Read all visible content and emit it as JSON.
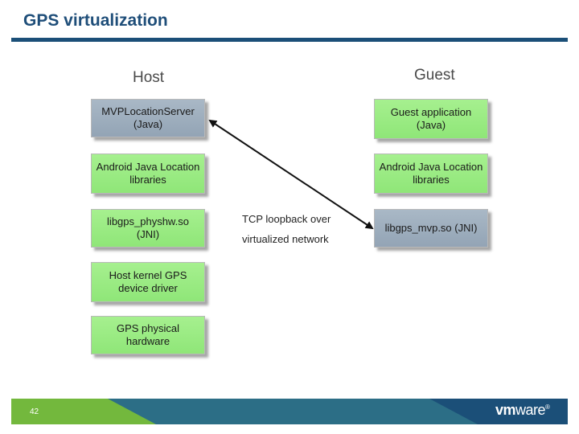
{
  "slide": {
    "title": "GPS virtualization",
    "page_number": "42"
  },
  "diagram": {
    "host_header": "Host",
    "guest_header": "Guest",
    "host_boxes": [
      {
        "label": "MVPLocationServer\n(Java)",
        "color": "#9aaabb"
      },
      {
        "label": "Android Java Location\nlibraries",
        "color": "#94eb7d"
      },
      {
        "label": "libgps_physhw.so\n(JNI)",
        "color": "#94eb7d"
      },
      {
        "label": "Host kernel GPS\ndevice driver",
        "color": "#94eb7d"
      },
      {
        "label": "GPS physical\nhardware",
        "color": "#94eb7d"
      }
    ],
    "guest_boxes": [
      {
        "label": "Guest application\n(Java)",
        "color": "#94eb7d"
      },
      {
        "label": "Android Java Location\nlibraries",
        "color": "#94eb7d"
      },
      {
        "label": "libgps_mvp.so (JNI)",
        "color": "#9aaabb"
      }
    ],
    "connection": {
      "label_line1": "TCP loopback over",
      "label_line2": "virtualized network",
      "from": "MVPLocationServer",
      "to": "libgps_mvp.so",
      "arrowheads": "both"
    }
  },
  "footer": {
    "logo_vm": "vm",
    "logo_ware": "ware",
    "logo_mark": "®",
    "colors": {
      "green": "#73b83d",
      "teal": "#2c6e86",
      "navy": "#1b4f78"
    }
  },
  "colors": {
    "title_text": "#1f4e79",
    "title_rule": "#1b4f78",
    "box_green": "#94eb7d",
    "box_gray": "#9aaabb"
  }
}
